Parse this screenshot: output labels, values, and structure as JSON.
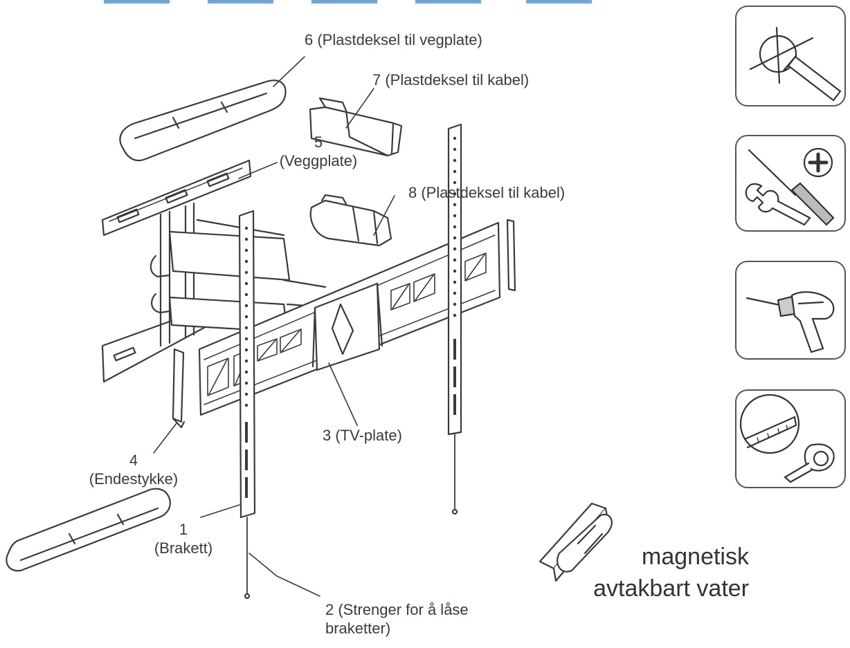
{
  "parts": [
    {
      "id": "1",
      "number": "1",
      "name": "(Brakett)"
    },
    {
      "id": "2",
      "number": "2",
      "line1": "2 (Strenger for å låse",
      "line2": "braketter)"
    },
    {
      "id": "3",
      "text": "3 (TV-plate)"
    },
    {
      "id": "4",
      "number": "4",
      "name": "(Endestykke)"
    },
    {
      "id": "5",
      "number": "5",
      "name": "(Veggplate)"
    },
    {
      "id": "6",
      "text": "6 (Plastdeksel til vegplate)"
    },
    {
      "id": "7",
      "text": "7 (Plastdeksel til kabel)"
    },
    {
      "id": "8",
      "text": "8 (Plastdeksel til kabel)"
    }
  ],
  "level_label": {
    "line1": "magnetisk",
    "line2": "avtakbart vater"
  },
  "tools": [
    {
      "icon": "pencil-mark-icon"
    },
    {
      "icon": "screwdriver-wrench-icon"
    },
    {
      "icon": "drill-icon"
    },
    {
      "icon": "tape-measure-icon"
    }
  ],
  "colors": {
    "line": "#3a3a3a",
    "fill": "#ffffff",
    "shade": "#d8d8d8",
    "dark": "#555555",
    "accent": "#3a7fc1"
  }
}
